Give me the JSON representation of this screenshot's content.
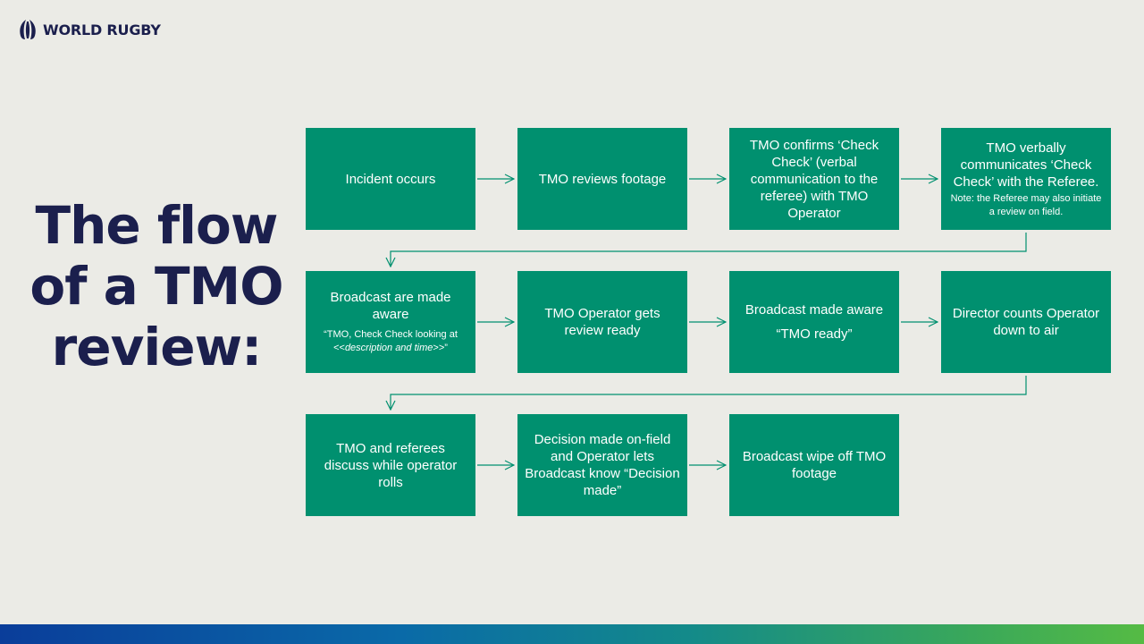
{
  "header": {
    "logo_text": "WORLD RUGBY"
  },
  "title": "The flow\nof a TMO\nreview:",
  "colors": {
    "box": "#00906f",
    "title": "#1b1f4d",
    "background": "#ebebe6",
    "connector": "#00906f"
  },
  "steps": [
    {
      "main": "Incident occurs"
    },
    {
      "main": "TMO reviews footage"
    },
    {
      "main": "TMO confirms ‘Check Check’ (verbal communication to the referee) with TMO Operator"
    },
    {
      "main": "TMO verbally communicates ‘Check Check’ with the Referee.",
      "note": "Note: the Referee may also initiate a review on field."
    },
    {
      "main": "Broadcast are made aware",
      "sub_prefix": "“TMO, Check Check looking at <<",
      "sub_italic": "description and time",
      "sub_suffix": ">>”"
    },
    {
      "main": "TMO Operator gets review ready"
    },
    {
      "main": "Broadcast made aware",
      "quote": "“TMO ready”"
    },
    {
      "main": "Director counts Operator down to air"
    },
    {
      "main": "TMO and referees discuss while operator rolls"
    },
    {
      "main": "Decision made on-field and Operator lets Broadcast know “Decision made”"
    },
    {
      "main": "Broadcast wipe off TMO footage"
    }
  ]
}
